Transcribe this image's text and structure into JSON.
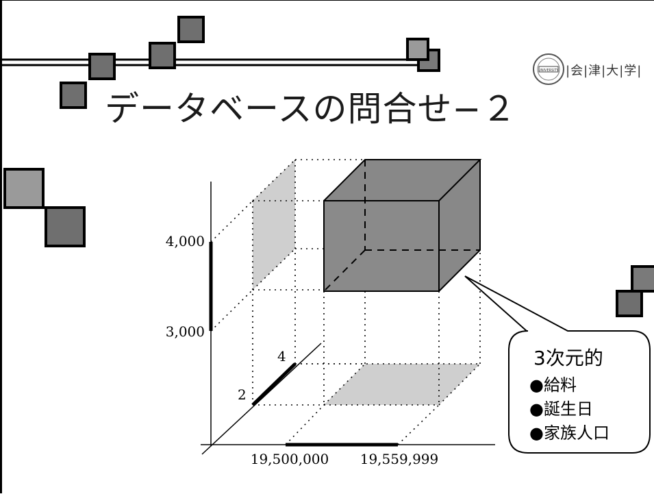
{
  "slide": {
    "title": "データベースの問合せ−２",
    "logo": {
      "seal_text": "THE UNIVERSITY OF AIZU",
      "wordmark": "|会|津|大|学|"
    }
  },
  "figure": {
    "axis_labels": {
      "y_top": "4,000",
      "y_bottom": "3,000",
      "z_near": "2",
      "z_far": "4",
      "x_left": "19,500,000",
      "x_right": "19,559,999"
    }
  },
  "callout": {
    "heading": "3次元的",
    "items": [
      "●給料",
      "●誕生日",
      "●家族人口"
    ]
  }
}
